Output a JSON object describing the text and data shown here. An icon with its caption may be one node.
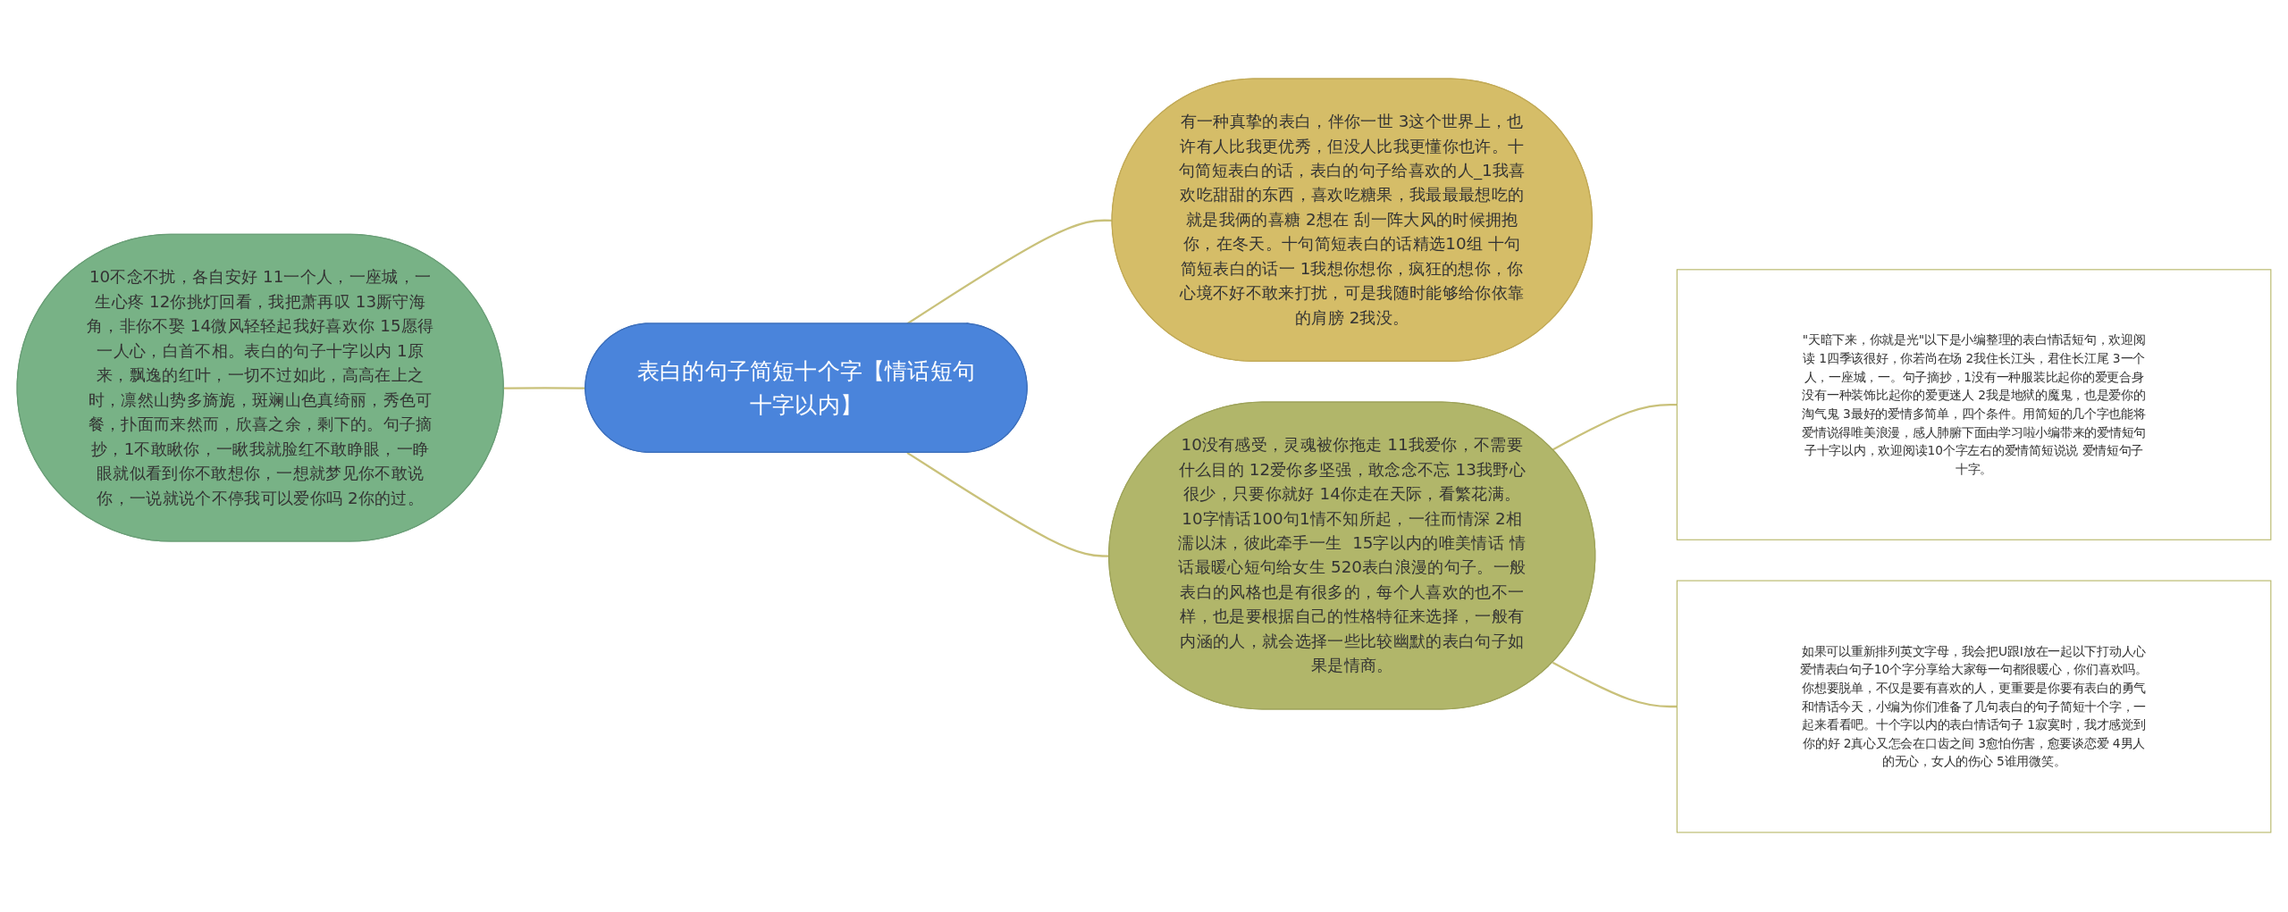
{
  "diagram": {
    "nodes": [
      {
        "text": [
          "表白的句子简短十个字【情话短句十字以内】"
        ]
      },
      {
        "text": [
          "10不念不扰，各自安好 11一个人，一座城，一生心疼 12你挑灯回看，我把萧再叹 13厮守海角，非你不娶 14微风轻轻起我好喜欢你 15愿得一人心，白首不相。表白的句子十字以内 1原来，飘逸的红叶，一切不过如此，高高在上之时，凛然山势多旖旎，斑斓山色真绮丽，秀色可餐，扑面而来然而，欣喜之余，剩下的。句子摘抄，1不敢瞅你，一瞅我就脸红不敢睁眼，一睁眼就似看到你不敢想你，一想就梦见你不敢说你，一说就说个不停我可以爱你吗 2你的过。"
        ]
      },
      {
        "text": [
          "有一种真挚的表白，伴你一世 3这个世界上，也许有人比我更优秀，但没人比我更懂你也许。十句简短表白的话，表白的句子给喜欢的人_1我喜欢吃甜甜的东西，喜欢吃糖果，我最最最想吃的就是我俩的喜糖 2想在 刮一阵大风的时候拥抱你，在冬天。十句简短表白的话精选10组 十句简短表白的话一 1我想你想你，疯狂的想你，你心境不好不敢来打扰，可是我随时能够给你依靠的肩膀 2我没。"
        ]
      },
      {
        "text": [
          "10没有感受，灵魂被你拖走 11我爱你，不需要什么目的 12爱你多坚强，敢念念不忘 13我野心很少，只要你就好 14你走在天际，看繁花满。10字情话100句1情不知所起，一往而情深 2相濡以沫，彼此牵手一生  15字以内的唯美情话 情话最暖心短句给女生 520表白浪漫的句子。一般表白的风格也是有很多的，每个人喜欢的也不一样，也是要根据自己的性格特征来选择，一般有内涵的人，就会选择一些比较幽默的表白句子如果是情商。"
        ]
      },
      {
        "text": [
          "\"天暗下来，你就是光\"以下是小编整理的表白情话短句，欢迎阅读 1四季该很好，你若尚在场 2我住长江头，君住长江尾 3一个人，一座城，一。句子摘抄，1没有一种服装比起你的爱更合身没有一种装饰比起你的爱更迷人 2我是地狱的魔鬼，也是爱你的淘气鬼 3最好的爱情多简单，四个条件。用简短的几个字也能将爱情说得唯美浪漫，感人肺腑下面由学习啦小编带来的爱情短句子十字以内，欢迎阅读10个字左右的爱情简短说说 爱情短句子十字。"
        ]
      },
      {
        "text": [
          "如果可以重新排列英文字母，我会把U跟I放在一起以下打动人心爱情表白句子10个字分享给大家每一句都很暖心，你们喜欢吗。你想要脱单，不仅是要有喜欢的人，更重要是你要有表白的勇气和情话今天，小编为你们准备了几句表白的句子简短十个字，一起来看看吧。十个字以内的表白情话句子 1寂寞时，我才感觉到你的好 2真心又怎会在口齿之间 3愈怕伤害，愈要谈恋爱 4男人的无心，女人的伤心 5谁用微笑。"
        ]
      }
    ],
    "edges": [
      {
        "from": 1,
        "to": 0,
        "arrow": "none"
      },
      {
        "from": 0,
        "to": 2,
        "arrow": "none"
      },
      {
        "from": 0,
        "to": 3,
        "arrow": "none"
      },
      {
        "from": 3,
        "to": 4,
        "arrow": "none"
      },
      {
        "from": 3,
        "to": 5,
        "arrow": "none"
      }
    ]
  }
}
